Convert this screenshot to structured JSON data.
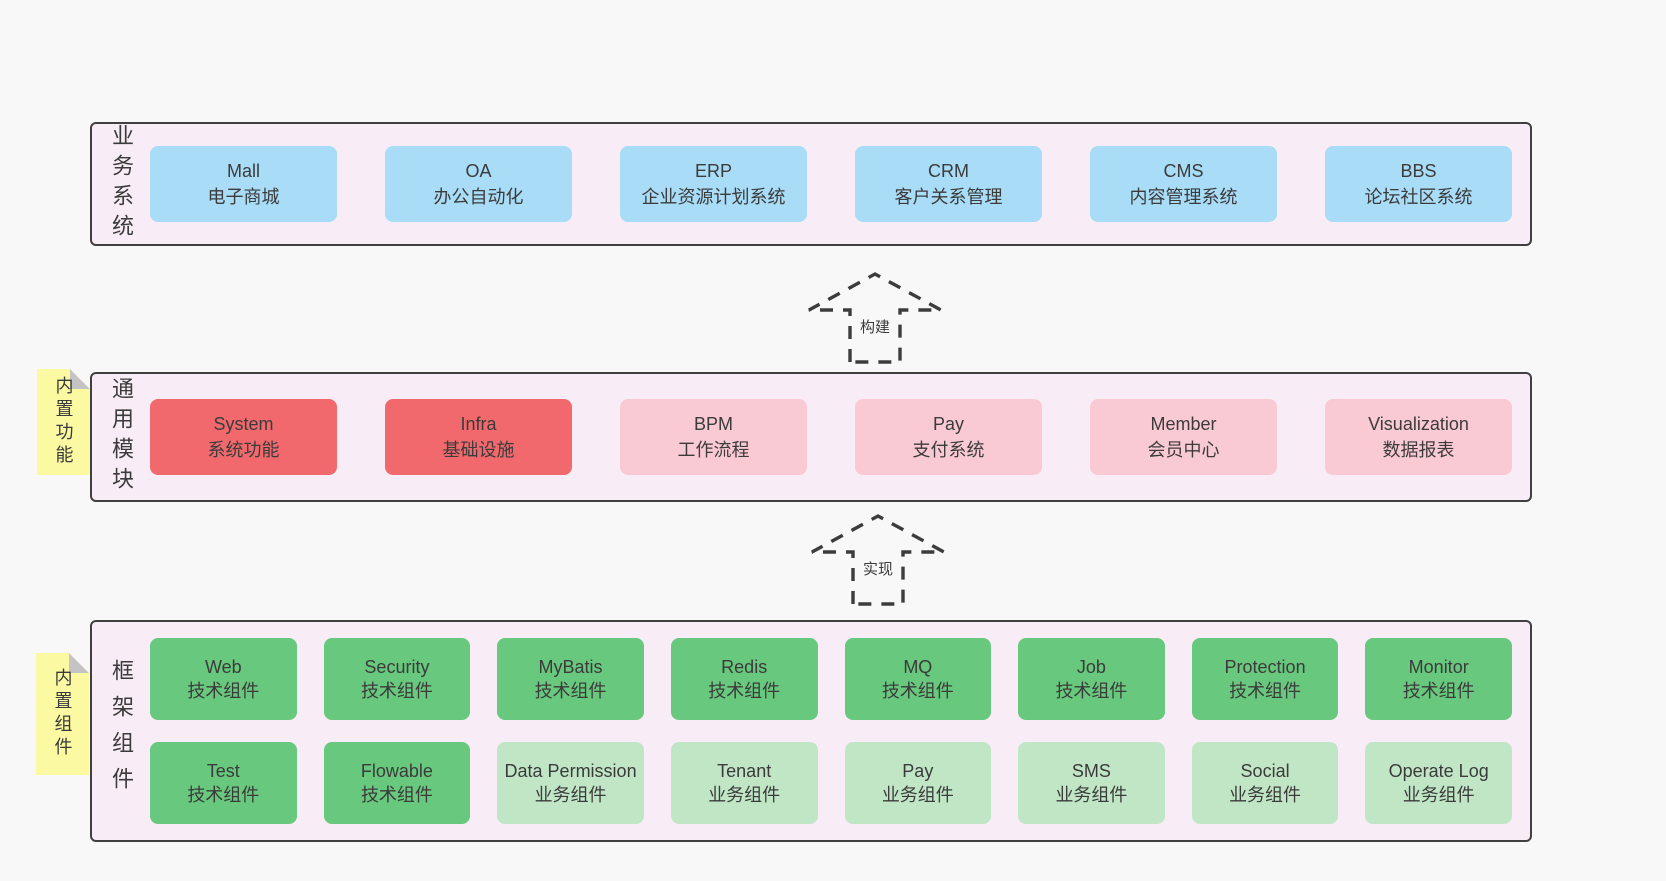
{
  "diagram": {
    "bands": [
      {
        "label": "业务系统",
        "boxes": [
          {
            "en": "Mall",
            "cn": "电子商城",
            "variant": "blue"
          },
          {
            "en": "OA",
            "cn": "办公自动化",
            "variant": "blue"
          },
          {
            "en": "ERP",
            "cn": "企业资源计划系统",
            "variant": "blue"
          },
          {
            "en": "CRM",
            "cn": "客户关系管理",
            "variant": "blue"
          },
          {
            "en": "CMS",
            "cn": "内容管理系统",
            "variant": "blue"
          },
          {
            "en": "BBS",
            "cn": "论坛社区系统",
            "variant": "blue"
          }
        ]
      },
      {
        "label": "通用模块",
        "sticky": "内置功能",
        "boxes": [
          {
            "en": "System",
            "cn": "系统功能",
            "variant": "red"
          },
          {
            "en": "Infra",
            "cn": "基础设施",
            "variant": "red"
          },
          {
            "en": "BPM",
            "cn": "工作流程",
            "variant": "pink"
          },
          {
            "en": "Pay",
            "cn": "支付系统",
            "variant": "pink"
          },
          {
            "en": "Member",
            "cn": "会员中心",
            "variant": "pink"
          },
          {
            "en": "Visualization",
            "cn": "数据报表",
            "variant": "pink"
          }
        ]
      },
      {
        "label": "框架组件",
        "sticky": "内置组件",
        "boxes": [
          {
            "en": "Web",
            "cn": "技术组件",
            "variant": "green"
          },
          {
            "en": "Security",
            "cn": "技术组件",
            "variant": "green"
          },
          {
            "en": "MyBatis",
            "cn": "技术组件",
            "variant": "green"
          },
          {
            "en": "Redis",
            "cn": "技术组件",
            "variant": "green"
          },
          {
            "en": "MQ",
            "cn": "技术组件",
            "variant": "green"
          },
          {
            "en": "Job",
            "cn": "技术组件",
            "variant": "green"
          },
          {
            "en": "Protection",
            "cn": "技术组件",
            "variant": "green"
          },
          {
            "en": "Monitor",
            "cn": "技术组件",
            "variant": "green"
          },
          {
            "en": "Test",
            "cn": "技术组件",
            "variant": "green"
          },
          {
            "en": "Flowable",
            "cn": "技术组件",
            "variant": "green"
          },
          {
            "en": "Data Permission",
            "cn": "业务组件",
            "variant": "green-light"
          },
          {
            "en": "Tenant",
            "cn": "业务组件",
            "variant": "green-light"
          },
          {
            "en": "Pay",
            "cn": "业务组件",
            "variant": "green-light"
          },
          {
            "en": "SMS",
            "cn": "业务组件",
            "variant": "green-light"
          },
          {
            "en": "Social",
            "cn": "业务组件",
            "variant": "green-light"
          },
          {
            "en": "Operate Log",
            "cn": "业务组件",
            "variant": "green-light"
          }
        ]
      }
    ],
    "arrows": [
      {
        "label": "构建"
      },
      {
        "label": "实现"
      }
    ]
  },
  "colors": {
    "page_bg": "#f8f8f8",
    "band_bg": "#f8edf6",
    "band_border": "#404040",
    "blue_box": "#a9dcf7",
    "red_box": "#f1696c",
    "pink_box": "#facad4",
    "green_box": "#68c87d",
    "green_light_box": "#c0e6c6",
    "sticky_bg": "#fbf9a2",
    "sticky_fold": "#c4c4c4",
    "text": "#3b3b3b"
  }
}
